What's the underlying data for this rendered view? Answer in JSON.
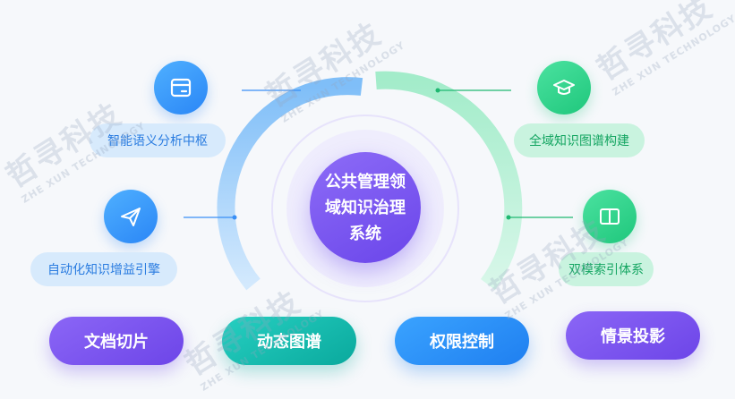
{
  "hub": {
    "title_lines": [
      "公共管理领",
      "域知识治理",
      "系统"
    ]
  },
  "left_nodes": [
    {
      "label": "智能语义分析中枢",
      "icon": "browser-window-icon"
    },
    {
      "label": "自动化知识增益引擎",
      "icon": "paper-plane-icon"
    }
  ],
  "right_nodes": [
    {
      "label": "全域知识图谱构建",
      "icon": "graduation-cap-icon"
    },
    {
      "label": "双模索引体系",
      "icon": "split-panel-icon"
    }
  ],
  "bottom_buttons": [
    {
      "label": "文档切片"
    },
    {
      "label": "动态图谱"
    },
    {
      "label": "权限控制"
    },
    {
      "label": "情景投影"
    }
  ],
  "watermark": {
    "brand": "哲寻科技",
    "sub": "ZHE XUN TECHNOLOGY"
  },
  "colors": {
    "primary_purple": "#6d45e8",
    "blue": "#2a86f6",
    "green": "#1fc77c",
    "teal": "#0aa99d",
    "blue_arc": "#a9d3fb",
    "green_arc": "#b5f0d5"
  }
}
